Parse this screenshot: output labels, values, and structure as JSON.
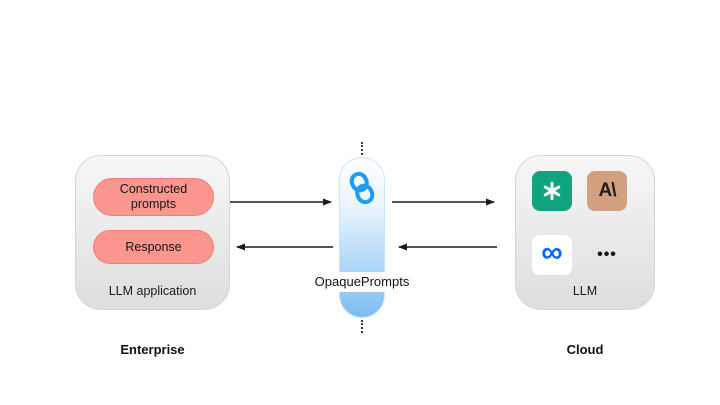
{
  "colors": {
    "pill_pink": "#FA968E",
    "pill_border": "#EE8077",
    "capsule_blue_bottom": "#7CBDF2",
    "opaque_logo_blue": "#1F9CF4",
    "openai_green": "#10A37F",
    "anthropic_tan": "#D2A07E",
    "meta_blue": "#0866FF",
    "box_gray": "#E9E9E9",
    "arrow_black": "#1A1A1A"
  },
  "enterprise": {
    "section_label": "Enterprise",
    "box_label": "LLM application",
    "pills": [
      {
        "label": "Constructed prompts"
      },
      {
        "label": "Response"
      }
    ]
  },
  "middleware": {
    "label": "OpaquePrompts",
    "icon": "opaque-link-logo"
  },
  "cloud": {
    "section_label": "Cloud",
    "box_label": "LLM",
    "providers": [
      {
        "icon": "openai-logo"
      },
      {
        "icon": "anthropic-logo",
        "glyph": "A\\"
      },
      {
        "icon": "meta-logo",
        "glyph": "∞"
      },
      {
        "icon": "more-providers",
        "glyph": "•••"
      }
    ]
  }
}
